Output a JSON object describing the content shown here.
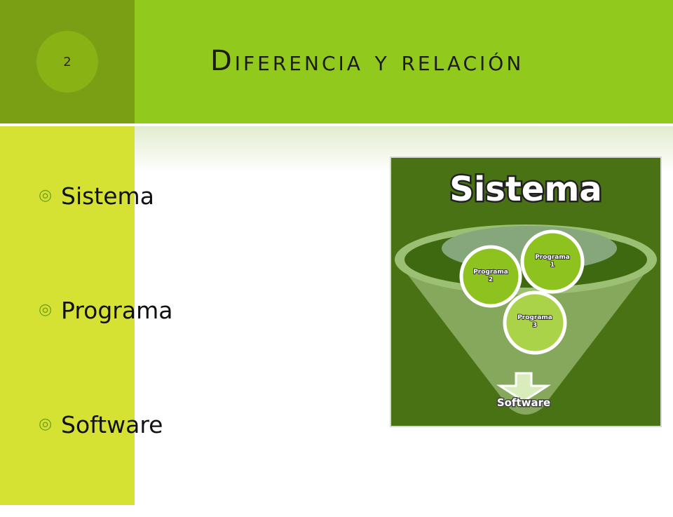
{
  "slide": {
    "number": "2",
    "title": "Diferencia y relación",
    "bullets": [
      {
        "label": "Sistema"
      },
      {
        "label": "Programa"
      },
      {
        "label": "Software"
      }
    ]
  },
  "diagram": {
    "title": "Sistema",
    "programs": [
      "Programa 1",
      "Programa 2",
      "Programa 3"
    ],
    "output": "Software"
  },
  "colors": {
    "header_green": "#92c91d",
    "header_dark": "#7a9e14",
    "side_yellow_green": "#d5e234",
    "diagram_bg": "#497214",
    "program_fill": "#8ec21e"
  }
}
